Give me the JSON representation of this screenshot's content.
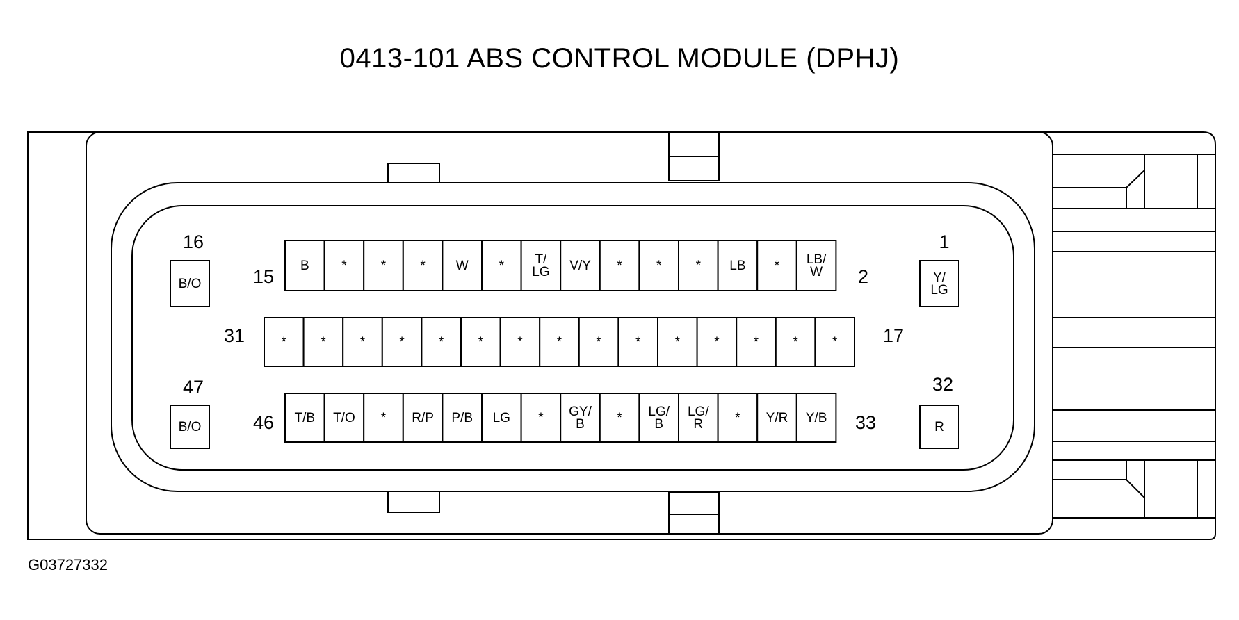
{
  "title": "0413-101 ABS CONTROL MODULE (DPHJ)",
  "figure_id": "G03727332",
  "connector": {
    "row_top": {
      "left_number": "15",
      "right_number": "2",
      "pins": [
        "B",
        "*",
        "*",
        "*",
        "W",
        "*",
        "T/\nLG",
        "V/Y",
        "*",
        "*",
        "*",
        "LB",
        "*",
        "LB/\nW"
      ]
    },
    "row_middle": {
      "left_number": "31",
      "right_number": "17",
      "pins": [
        "*",
        "*",
        "*",
        "*",
        "*",
        "*",
        "*",
        "*",
        "*",
        "*",
        "*",
        "*",
        "*",
        "*",
        "*"
      ]
    },
    "row_bottom": {
      "left_number": "46",
      "right_number": "33",
      "pins": [
        "T/B",
        "T/O",
        "*",
        "R/P",
        "P/B",
        "LG",
        "*",
        "GY/\nB",
        "*",
        "LG/\nB",
        "LG/\nR",
        "*",
        "Y/R",
        "Y/B"
      ]
    },
    "side_pins": [
      {
        "id": "pin-16",
        "number": "16",
        "label": "B/O"
      },
      {
        "id": "pin-47",
        "number": "47",
        "label": "B/O"
      },
      {
        "id": "pin-1",
        "number": "1",
        "label": "Y/\nLG"
      },
      {
        "id": "pin-32",
        "number": "32",
        "label": "R"
      }
    ]
  }
}
